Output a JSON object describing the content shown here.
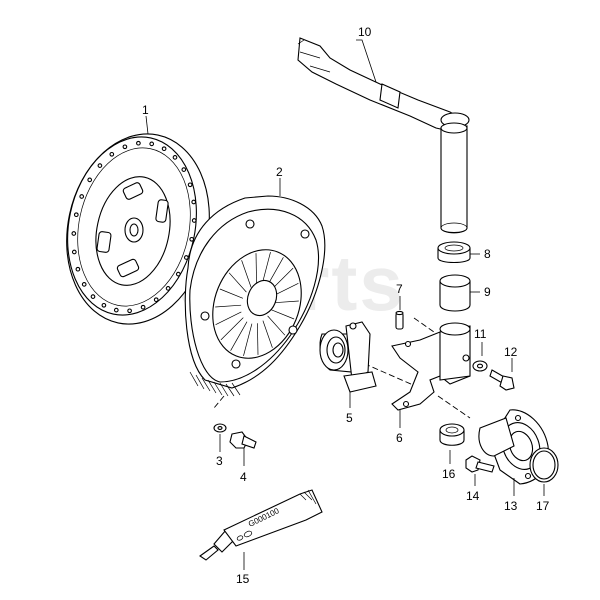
{
  "watermark": "Xparts",
  "labels": {
    "p1": "1",
    "p2": "2",
    "p3": "3",
    "p4": "4",
    "p5": "5",
    "p6": "6",
    "p7": "7",
    "p8": "8",
    "p9": "9",
    "p10": "10",
    "p11": "11",
    "p12": "12",
    "p13": "13",
    "p14": "14",
    "p15": "15",
    "p16": "16",
    "p17": "17"
  },
  "tube_text": "G000100"
}
